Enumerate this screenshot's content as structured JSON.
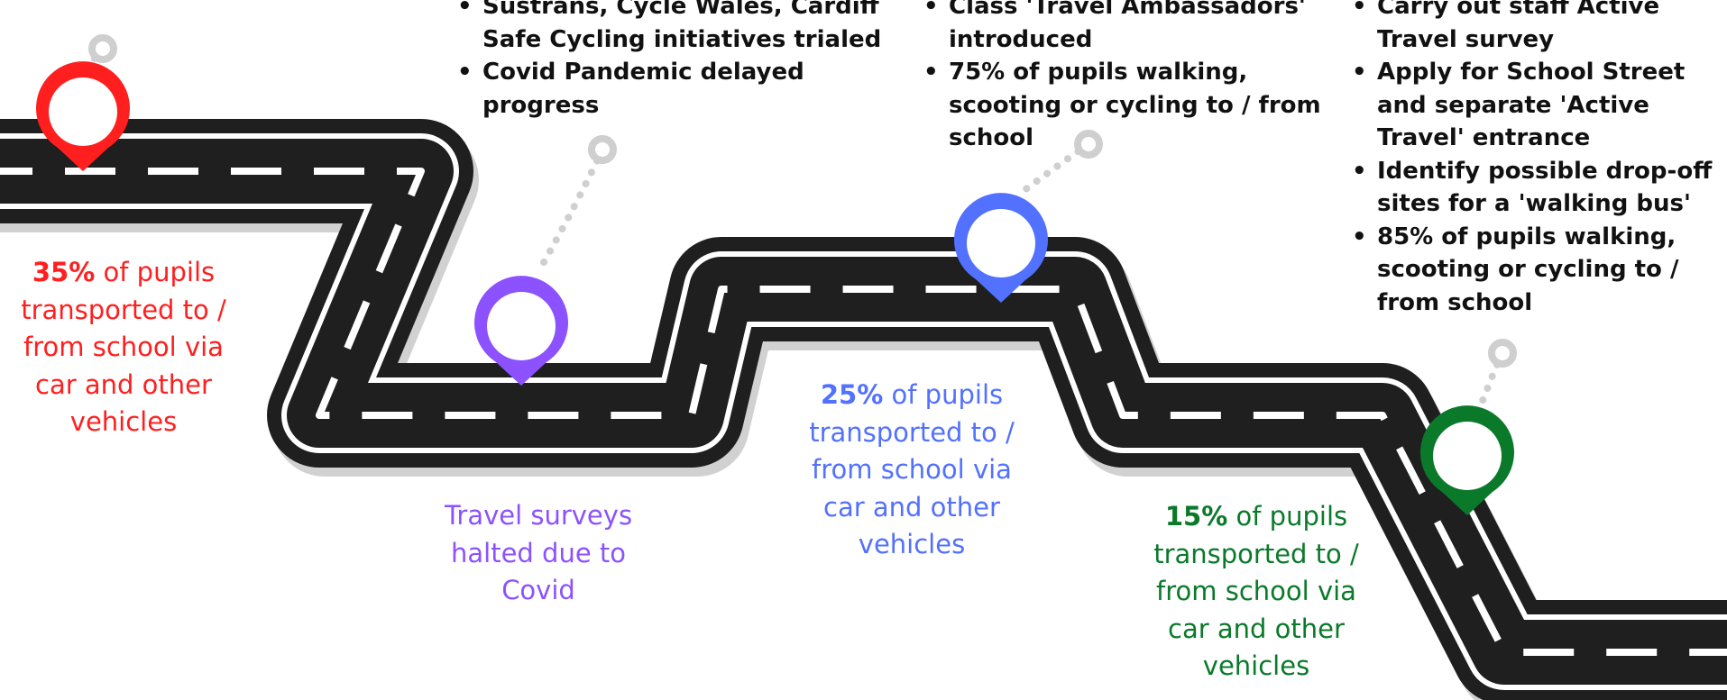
{
  "colors": {
    "road": "#1f1f1f",
    "red": "#ff1f1f",
    "purple": "#8c52ff",
    "blue": "#5271ff",
    "green": "#0a7a2a",
    "pin_trail": "#cfcfcf"
  },
  "milestones": [
    {
      "pin_color": "#ff1f1f",
      "bullets": [],
      "stat_pct": "35%",
      "stat_text": "of pupils transported to / from school via car and other vehicles",
      "note": ""
    },
    {
      "pin_color": "#8c52ff",
      "bullets": [
        "Sustrans, Cycle Wales, Cardiff Safe Cycling initiatives trialed",
        "Covid Pandemic delayed progress"
      ],
      "stat_pct": "",
      "stat_text": "",
      "note": "Travel surveys halted due to Covid"
    },
    {
      "pin_color": "#5271ff",
      "bullets": [
        "Class 'Travel Ambassadors' introduced",
        "75% of pupils walking, scooting or cycling to / from school"
      ],
      "stat_pct": "25%",
      "stat_text": "of pupils transported to / from school via car and other vehicles",
      "note": ""
    },
    {
      "pin_color": "#0a7a2a",
      "bullets": [
        "Carry out staff Active Travel survey",
        "Apply for School Street and separate 'Active Travel' entrance",
        "Identify possible drop-off sites for a 'walking bus'",
        "85% of pupils walking, scooting or cycling to / from school"
      ],
      "stat_pct": "15%",
      "stat_text": "of pupils transported to / from school via car and other vehicles",
      "note": ""
    }
  ]
}
